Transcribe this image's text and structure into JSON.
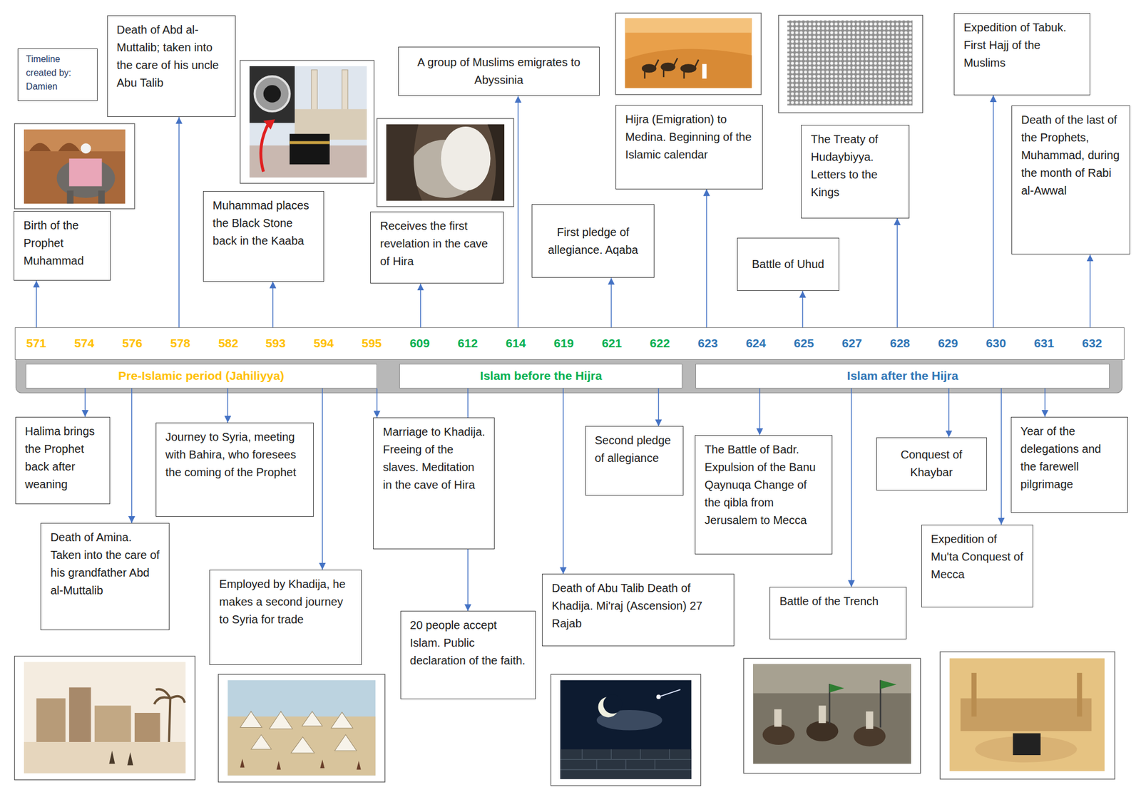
{
  "diagram": {
    "nodes": [
      {
        "text": [
          "Timeline created by: Damien"
        ]
      },
      {
        "text": [
          "Birth of the Prophet Muhammad"
        ]
      },
      {
        "text": [
          "Death of Abd al-Muttalib; taken into the care of his uncle Abu Talib"
        ]
      },
      {
        "text": [
          "Muhammad places the Black Stone back in the Kaaba"
        ]
      },
      {
        "text": [
          "Receives the first revelation in the cave of Hira"
        ]
      },
      {
        "text": [
          "A group of Muslims emigrates to Abyssinia"
        ]
      },
      {
        "text": [
          "First pledge of allegiance. Aqaba"
        ]
      },
      {
        "text": [
          "Hijra (Emigration) to Medina. Beginning of the Islamic calendar"
        ]
      },
      {
        "text": [
          "Battle of Uhud"
        ]
      },
      {
        "text": [
          "The Treaty of Hudaybiyya. Letters to the Kings"
        ]
      },
      {
        "text": [
          "Expedition of Tabuk. First Hajj of the Muslims"
        ]
      },
      {
        "text": [
          "Death of the last of the Prophets, Muhammad, during the month of Rabi al-Awwal"
        ]
      },
      {
        "text": [
          "571",
          "574",
          "576",
          "578",
          "582",
          "593",
          "594",
          "595",
          "609",
          "612",
          "614",
          "619",
          "621",
          "622",
          "623",
          "624",
          "625",
          "627",
          "628",
          "629",
          "630",
          "631",
          "632"
        ]
      },
      {
        "text": [
          "Pre-Islamic period (Jahiliyya)"
        ]
      },
      {
        "text": [
          "Islam before the Hijra"
        ]
      },
      {
        "text": [
          "Islam after the Hijra"
        ]
      },
      {
        "text": [
          "Halima brings the Prophet back after weaning"
        ]
      },
      {
        "text": [
          "Death of Amina. Taken into the care of his grandfather Abd al-Muttalib"
        ]
      },
      {
        "text": [
          "Journey to Syria, meeting with Bahira, who foresees the coming of the Prophet"
        ]
      },
      {
        "text": [
          "Employed by Khadija, he makes a second journey to Syria for trade"
        ]
      },
      {
        "text": [
          "Marriage to Khadija. Freeing of the slaves. Meditation in the cave of Hira"
        ]
      },
      {
        "text": [
          "20 people accept Islam. Public declaration of the faith."
        ]
      },
      {
        "text": [
          "Death of Abu Talib Death of Khadija. Mi'raj (Ascension) 27 Rajab"
        ]
      },
      {
        "text": [
          "Second pledge of allegiance"
        ]
      },
      {
        "text": [
          "The Battle of Badr. Expulsion of the Banu Qaynuqa Change of the qibla from Jerusalem to Mecca"
        ]
      },
      {
        "text": [
          "Battle of the Trench"
        ]
      },
      {
        "text": [
          "Conquest of Khaybar"
        ]
      },
      {
        "text": [
          "Expedition of Mu'ta Conquest of Mecca"
        ]
      },
      {
        "text": [
          "Year of the delegations and the farewell pilgrimage"
        ]
      }
    ],
    "edges": [
      {
        "from": 12,
        "to": 1,
        "arrow": "to"
      },
      {
        "from": 12,
        "to": 2,
        "arrow": "to"
      },
      {
        "from": 12,
        "to": 3,
        "arrow": "to"
      },
      {
        "from": 12,
        "to": 4,
        "arrow": "to"
      },
      {
        "from": 12,
        "to": 5,
        "arrow": "to"
      },
      {
        "from": 12,
        "to": 6,
        "arrow": "to"
      },
      {
        "from": 12,
        "to": 7,
        "arrow": "to"
      },
      {
        "from": 12,
        "to": 8,
        "arrow": "to"
      },
      {
        "from": 12,
        "to": 9,
        "arrow": "to"
      },
      {
        "from": 12,
        "to": 10,
        "arrow": "to"
      },
      {
        "from": 12,
        "to": 11,
        "arrow": "to"
      },
      {
        "from": 13,
        "to": 16,
        "arrow": "to"
      },
      {
        "from": 13,
        "to": 17,
        "arrow": "to"
      },
      {
        "from": 13,
        "to": 18,
        "arrow": "to"
      },
      {
        "from": 13,
        "to": 19,
        "arrow": "to"
      },
      {
        "from": 13,
        "to": 20,
        "arrow": "to"
      },
      {
        "from": 14,
        "to": 21,
        "arrow": "to"
      },
      {
        "from": 14,
        "to": 22,
        "arrow": "to"
      },
      {
        "from": 14,
        "to": 23,
        "arrow": "to"
      },
      {
        "from": 15,
        "to": 24,
        "arrow": "to"
      },
      {
        "from": 15,
        "to": 25,
        "arrow": "to"
      },
      {
        "from": 15,
        "to": 26,
        "arrow": "to"
      },
      {
        "from": 15,
        "to": 27,
        "arrow": "to"
      },
      {
        "from": 15,
        "to": 28,
        "arrow": "to"
      }
    ]
  }
}
